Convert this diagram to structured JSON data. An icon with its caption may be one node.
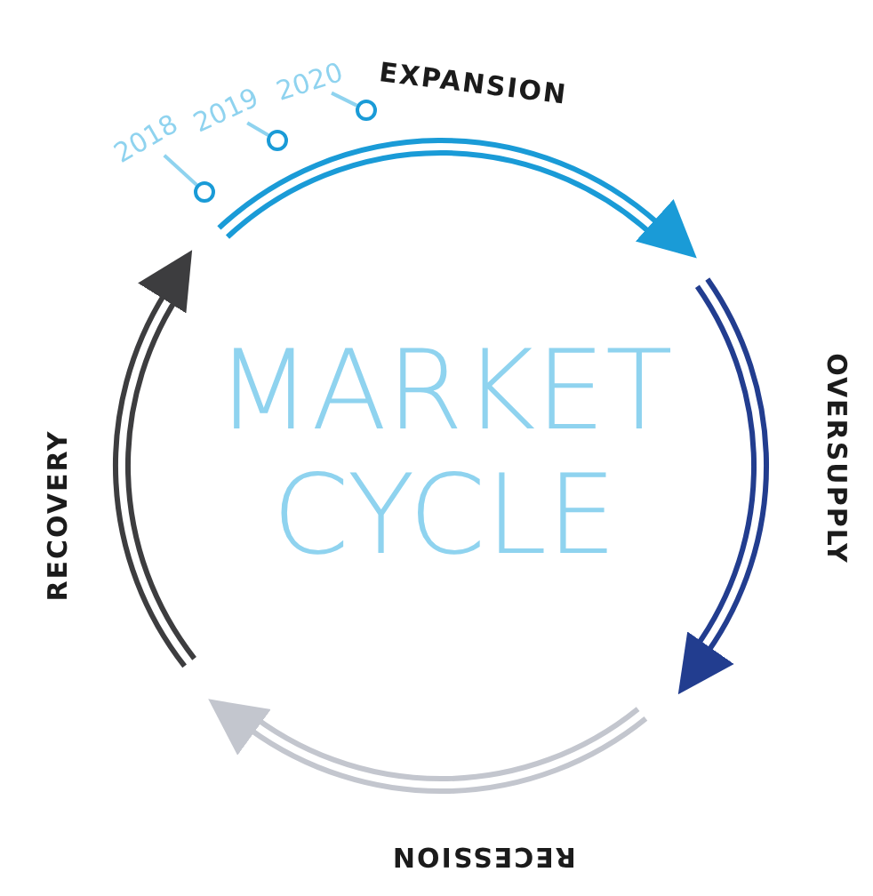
{
  "diagram": {
    "title": "MARKET CYCLE",
    "nodes": [
      {
        "text": [
          "2018"
        ]
      },
      {
        "text": [
          "2019"
        ]
      },
      {
        "text": [
          "2020"
        ]
      },
      {
        "text": [],
        "shape": "circle"
      },
      {
        "text": [],
        "shape": "circle"
      },
      {
        "text": [],
        "shape": "circle"
      }
    ],
    "edges": [
      {
        "from": 0,
        "to": 3,
        "arrow": "none"
      },
      {
        "from": 1,
        "to": 4,
        "arrow": "none"
      },
      {
        "from": 2,
        "to": 5,
        "arrow": "none"
      }
    ],
    "labels": [
      "EXPANSION",
      "OVERSUPPLY",
      "RECESSION",
      "RECOVERY"
    ]
  }
}
